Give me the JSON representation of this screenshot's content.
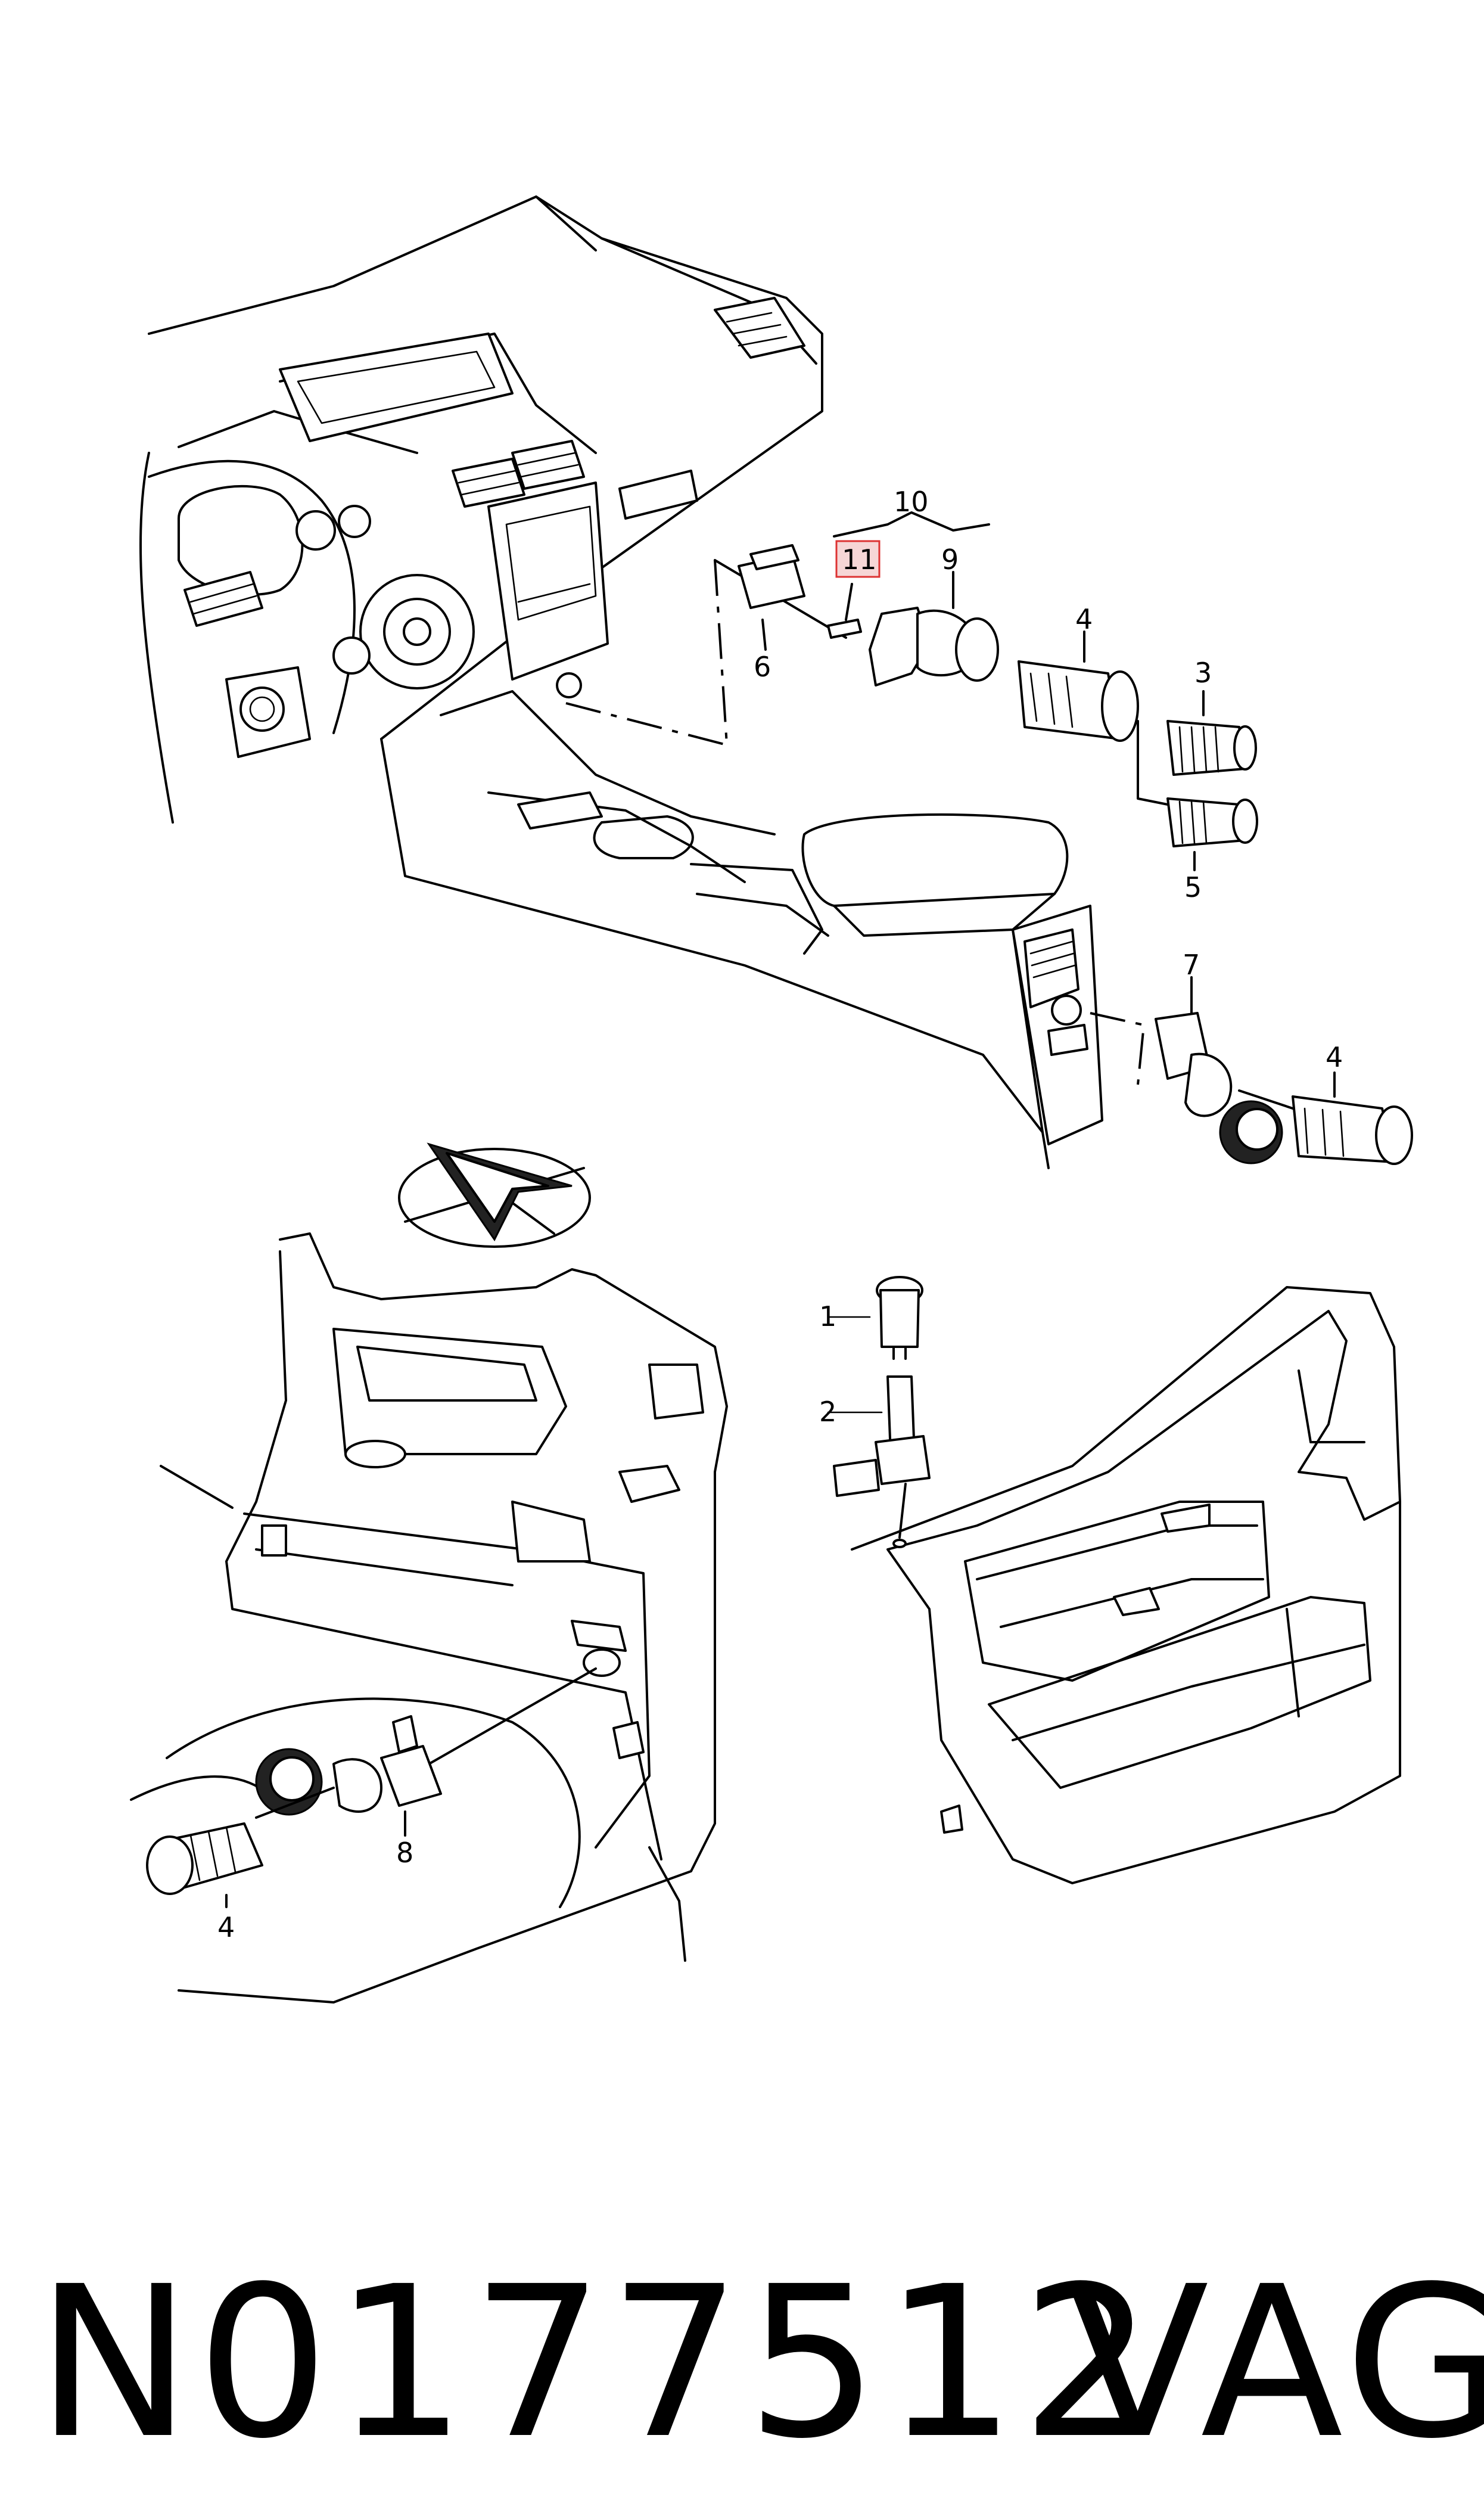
{
  "diagram": {
    "callouts": [
      {
        "id": "c10",
        "label": "10"
      },
      {
        "id": "c11",
        "label": "11",
        "highlighted": true
      },
      {
        "id": "c9",
        "label": "9"
      },
      {
        "id": "c6",
        "label": "6"
      },
      {
        "id": "c4a",
        "label": "4"
      },
      {
        "id": "c3",
        "label": "3"
      },
      {
        "id": "c5",
        "label": "5"
      },
      {
        "id": "c7",
        "label": "7"
      },
      {
        "id": "c4b",
        "label": "4"
      },
      {
        "id": "c1",
        "label": "1"
      },
      {
        "id": "c2",
        "label": "2"
      },
      {
        "id": "c8",
        "label": "8"
      },
      {
        "id": "c4c",
        "label": "4"
      }
    ],
    "highlight_color": "#d33333"
  },
  "footer": {
    "part_number": "N0177512",
    "brand": "VAG"
  }
}
